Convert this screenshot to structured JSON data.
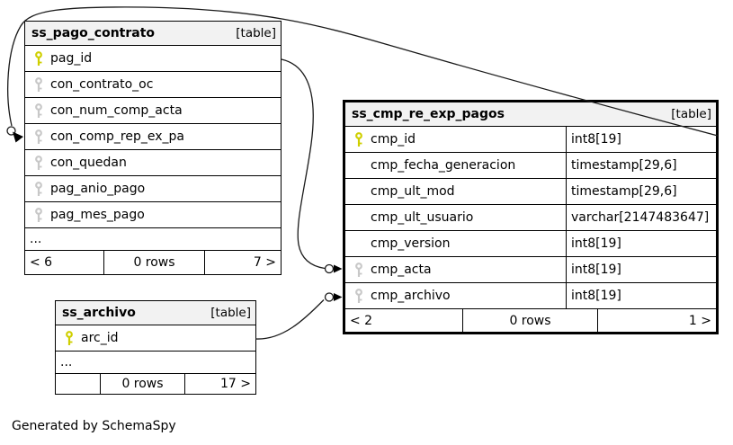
{
  "generated_note": "Generated by SchemaSpy",
  "colors": {
    "header_bg": "#f2f2f2",
    "border": "#000000",
    "primary_key_icon": "#cfcf00",
    "index_key_icon": "#c8c8c8"
  },
  "tables": [
    {
      "name": "ss_pago_contrato",
      "tag": "[table]",
      "rows": [
        {
          "name": "pag_id",
          "key": "primary"
        },
        {
          "name": "con_contrato_oc",
          "key": "index"
        },
        {
          "name": "con_num_comp_acta",
          "key": "index"
        },
        {
          "name": "con_comp_rep_ex_pa",
          "key": "index"
        },
        {
          "name": "con_quedan",
          "key": "index"
        },
        {
          "name": "pag_anio_pago",
          "key": "index"
        },
        {
          "name": "pag_mes_pago",
          "key": "index"
        }
      ],
      "ellipsis": "...",
      "footer": {
        "left": "< 6",
        "center": "0 rows",
        "right": "7 >"
      }
    },
    {
      "name": "ss_cmp_re_exp_pagos",
      "tag": "[table]",
      "rows": [
        {
          "name": "cmp_id",
          "type": "int8[19]",
          "key": "primary"
        },
        {
          "name": "cmp_fecha_generacion",
          "type": "timestamp[29,6]",
          "key": "none"
        },
        {
          "name": "cmp_ult_mod",
          "type": "timestamp[29,6]",
          "key": "none"
        },
        {
          "name": "cmp_ult_usuario",
          "type": "varchar[2147483647]",
          "key": "none"
        },
        {
          "name": "cmp_version",
          "type": "int8[19]",
          "key": "none"
        },
        {
          "name": "cmp_acta",
          "type": "int8[19]",
          "key": "index"
        },
        {
          "name": "cmp_archivo",
          "type": "int8[19]",
          "key": "index"
        }
      ],
      "footer": {
        "left": "< 2",
        "center": "0 rows",
        "right": "1 >"
      }
    },
    {
      "name": "ss_archivo",
      "tag": "[table]",
      "rows": [
        {
          "name": "arc_id",
          "key": "primary"
        }
      ],
      "ellipsis": "...",
      "footer": {
        "left": "",
        "center": "0 rows",
        "right": "17 >"
      }
    }
  ],
  "relationships": [
    {
      "parent": "ss_cmp_re_exp_pagos.cmp_id",
      "child": "ss_pago_contrato.con_comp_rep_ex_pa"
    },
    {
      "parent": "ss_pago_contrato.pag_id",
      "child": "ss_cmp_re_exp_pagos.cmp_acta"
    },
    {
      "parent": "ss_archivo.arc_id",
      "child": "ss_cmp_re_exp_pagos.cmp_archivo"
    }
  ]
}
